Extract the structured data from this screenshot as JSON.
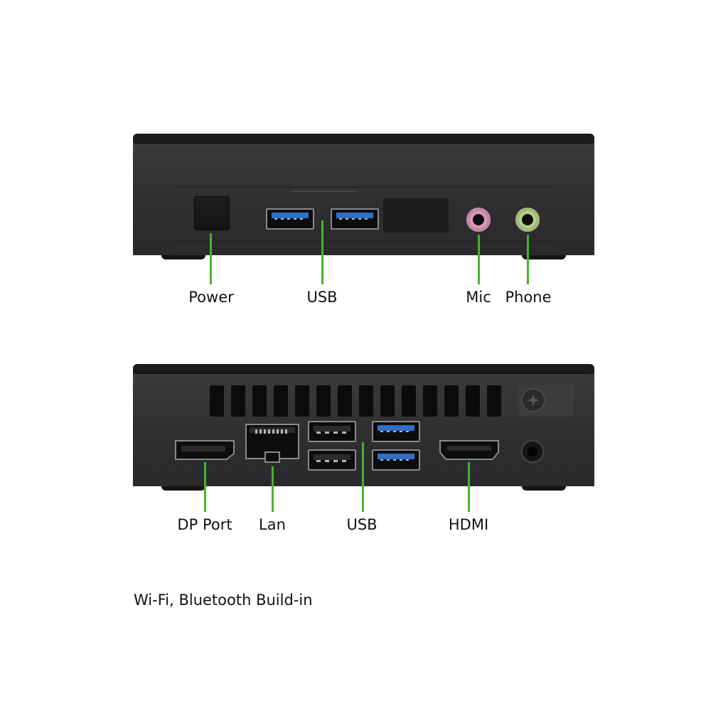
{
  "front_panel": {
    "labels": {
      "power": "Power",
      "usb": "USB",
      "mic": "Mic",
      "phone": "Phone"
    }
  },
  "rear_panel": {
    "labels": {
      "dp_port": "DP Port",
      "lan": "Lan",
      "usb": "USB",
      "hdmi": "HDMI"
    }
  },
  "footnote": "Wi-Fi, Bluetooth Build-in",
  "colors": {
    "callout_line": "#45b52a",
    "usb3_blue": "#2f6fc4",
    "mic_jack": "#d99ab4",
    "phone_jack": "#b9cf8a",
    "chassis": "#333335"
  }
}
